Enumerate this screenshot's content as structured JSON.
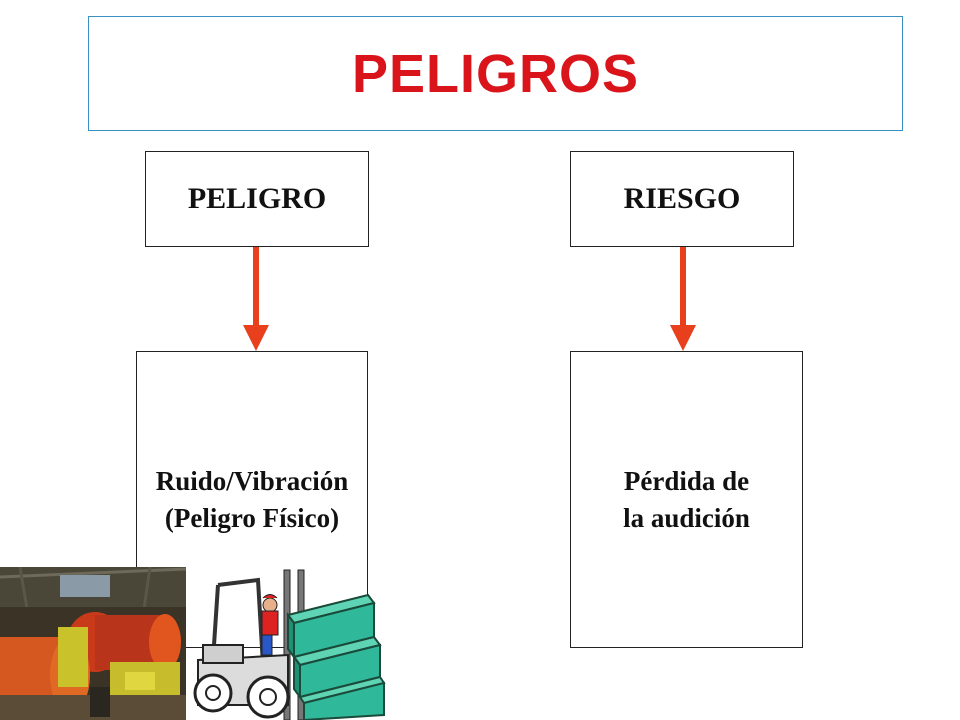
{
  "title": "PELIGROS",
  "colors": {
    "title": "#d9141b",
    "arrow": "#e8401c",
    "title_border": "#3b8fc4",
    "crate": "#2fb89a"
  },
  "left": {
    "header": "PELIGRO",
    "body_lines": [
      "Ruido/Vibración",
      "(Peligro Físico)"
    ]
  },
  "right": {
    "header": "RIESGO",
    "body_lines": [
      "Pérdida de",
      "la audición"
    ]
  },
  "images": [
    "industrial-mill-photo",
    "forklift-clipart-icon"
  ]
}
